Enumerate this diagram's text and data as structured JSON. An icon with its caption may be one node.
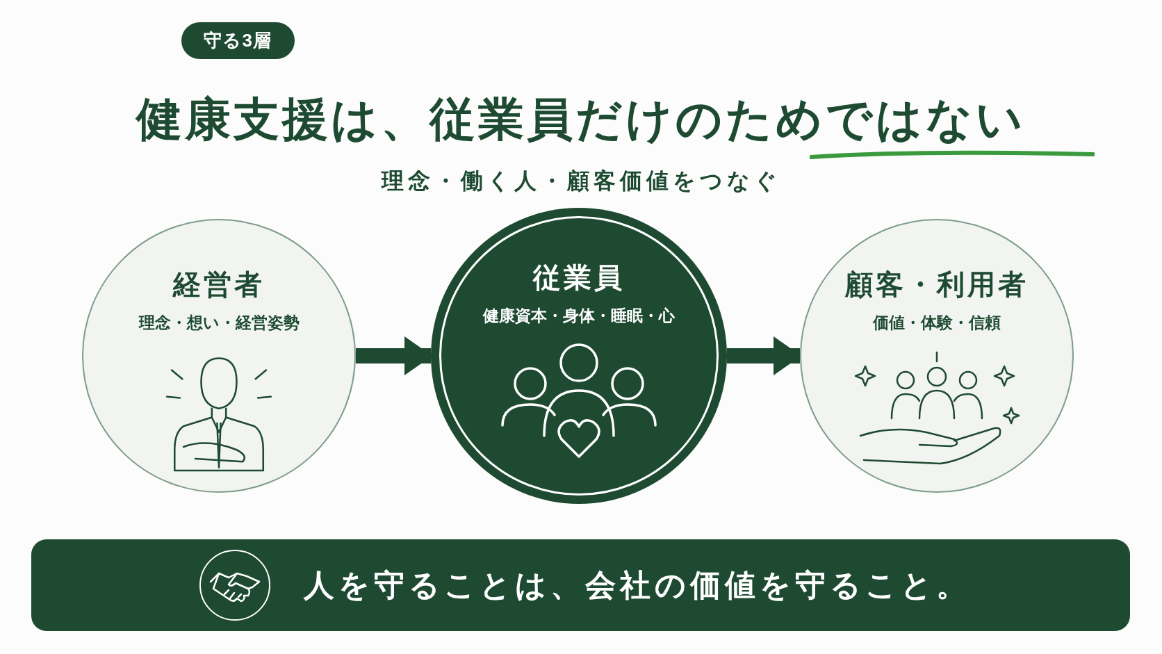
{
  "diagram": {
    "title": "健康支援は、従業員だけのためではない",
    "nodes": [
      {
        "text": [
          "守る3層"
        ]
      },
      {
        "text": [
          "経営者",
          "理念・想い・経営姿勢"
        ]
      },
      {
        "text": [
          "従業員",
          "健康資本・身体・睡眠・心"
        ]
      },
      {
        "text": [
          "顧客・利用者",
          "価値・体験・信頼"
        ]
      },
      {
        "text": [
          "人を守ることは、会社の価値を守ること。"
        ]
      }
    ],
    "edges": [
      {
        "from": 1,
        "to": 2,
        "arrow": "to"
      },
      {
        "from": 2,
        "to": 3,
        "arrow": "to"
      }
    ],
    "labels": [
      "理念・働く人・顧客価値をつなぐ"
    ]
  }
}
